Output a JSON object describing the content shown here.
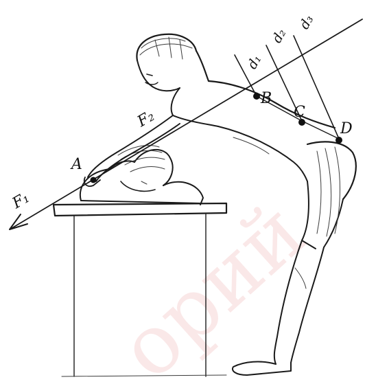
{
  "labels": {
    "point_a": "A",
    "point_b": "B",
    "point_c": "C",
    "point_d": "D",
    "force_1": "F₁",
    "force_2": "F₂",
    "distance_1": "d₁",
    "distance_2": "d₂",
    "distance_3": "d₃"
  },
  "watermark": {
    "text": "орий",
    "color": "#cc2222"
  }
}
